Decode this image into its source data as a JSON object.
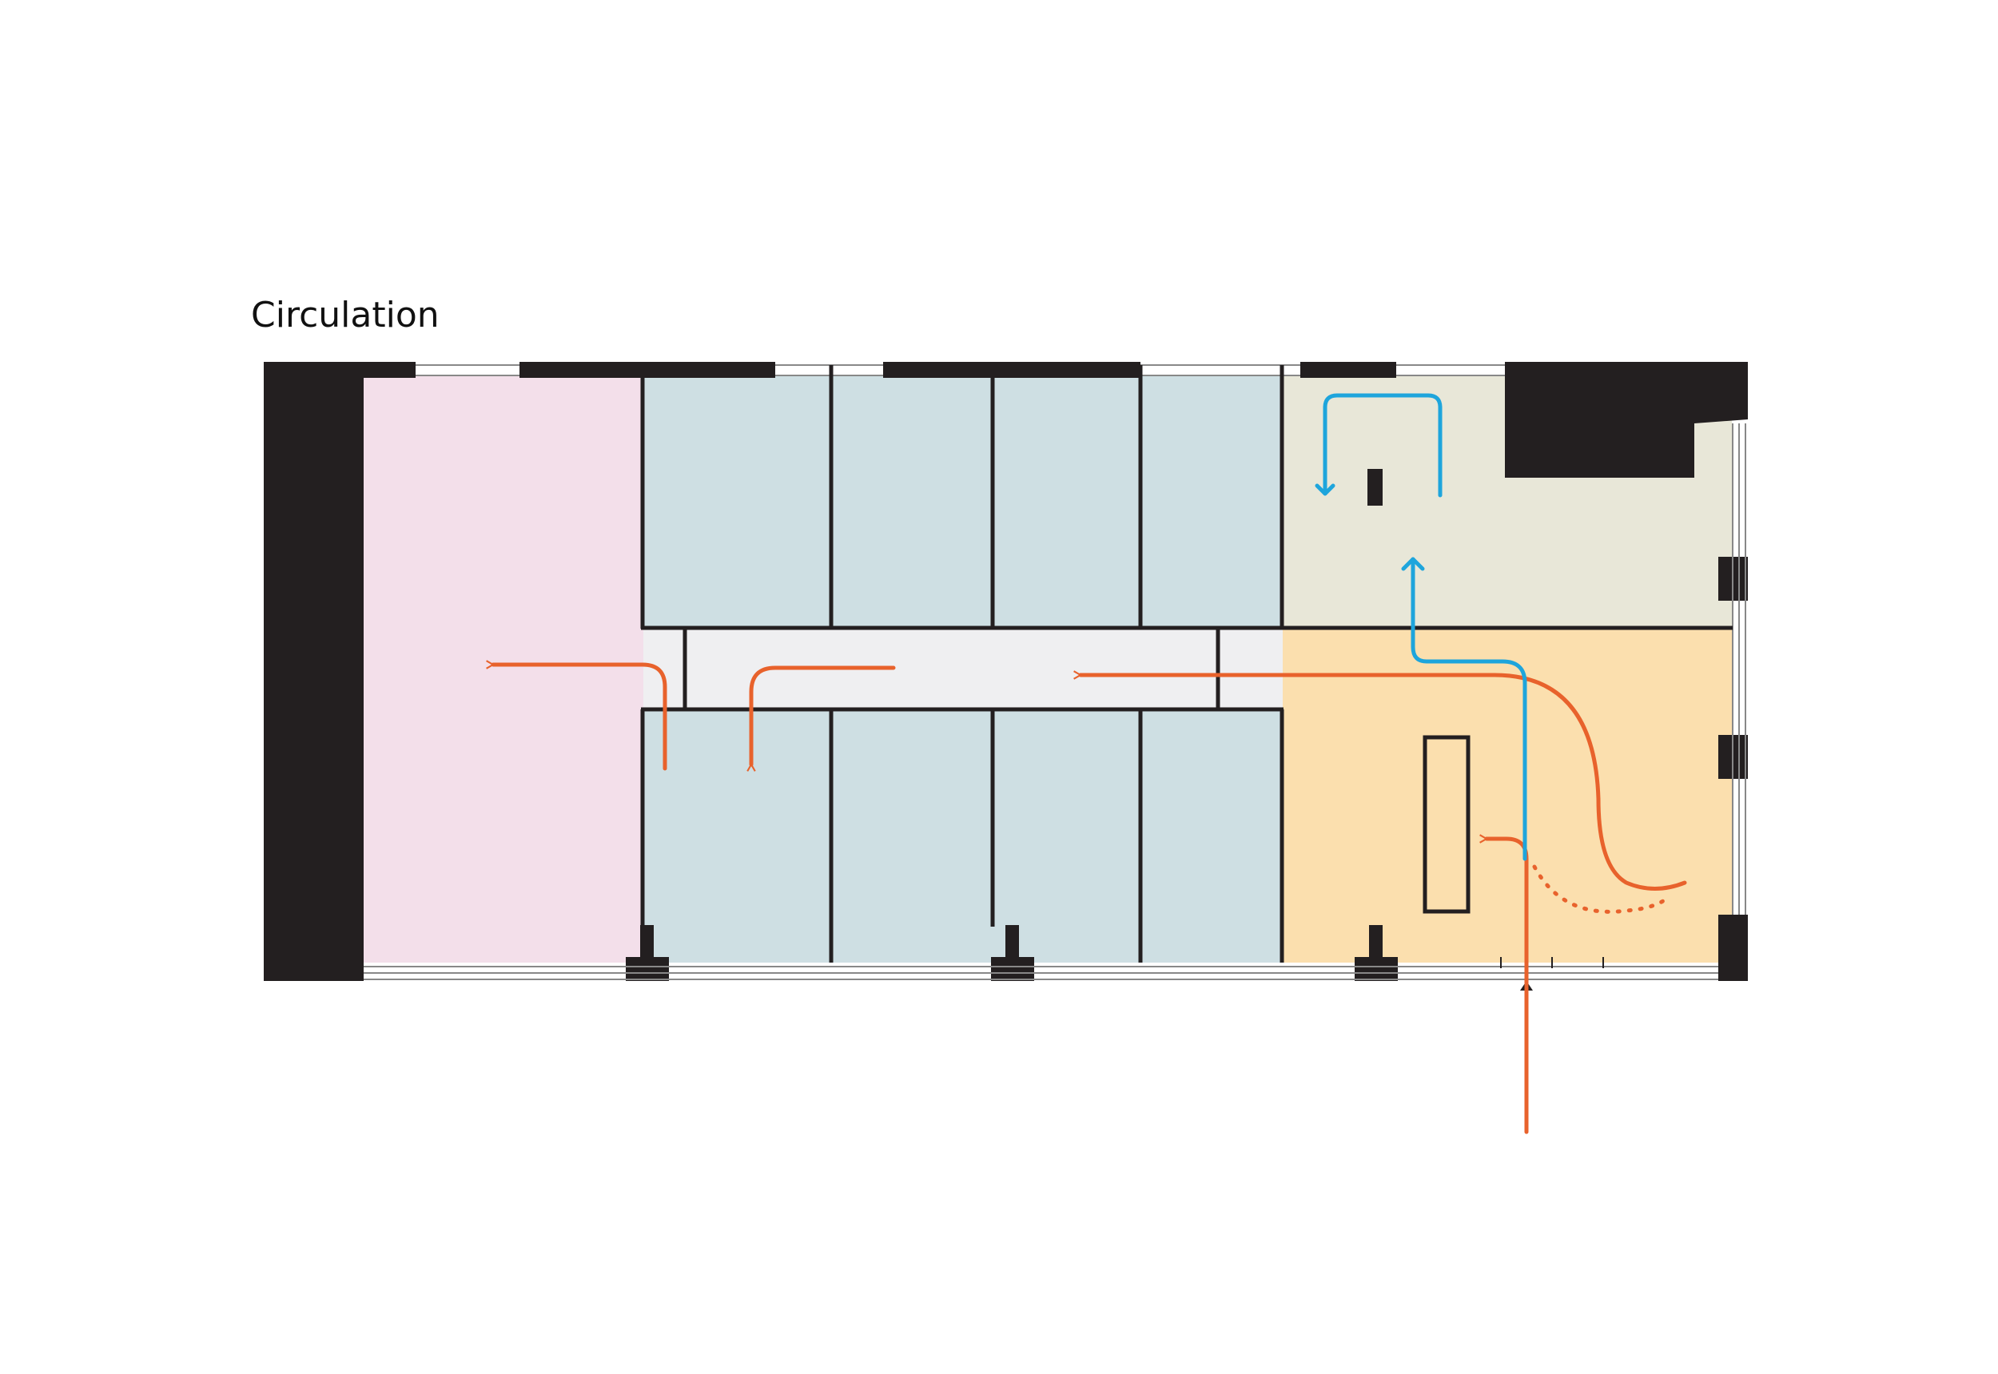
{
  "diagram": {
    "title": "Circulation"
  },
  "colors": {
    "wall": "#231f20",
    "zone_pink": "#f3dfea",
    "zone_blue": "#cedfe3",
    "zone_corridor": "#efeff1",
    "zone_beige": "#e8e7d8",
    "zone_orange": "#fbdfae",
    "path_orange": "#e8622c",
    "path_blue": "#1ea5dc",
    "window": "#ffffff"
  },
  "zones": [
    {
      "name": "zone-pink",
      "color_key": "zone_pink"
    },
    {
      "name": "zone-blue-offices",
      "color_key": "zone_blue"
    },
    {
      "name": "zone-corridor",
      "color_key": "zone_corridor"
    },
    {
      "name": "zone-beige",
      "color_key": "zone_beige"
    },
    {
      "name": "zone-orange",
      "color_key": "zone_orange"
    }
  ],
  "paths": [
    {
      "name": "orange-entry-path",
      "color_key": "path_orange"
    },
    {
      "name": "blue-path",
      "color_key": "path_blue"
    }
  ],
  "icons": [
    "arrow-icon",
    "entry-arrow-icon"
  ]
}
